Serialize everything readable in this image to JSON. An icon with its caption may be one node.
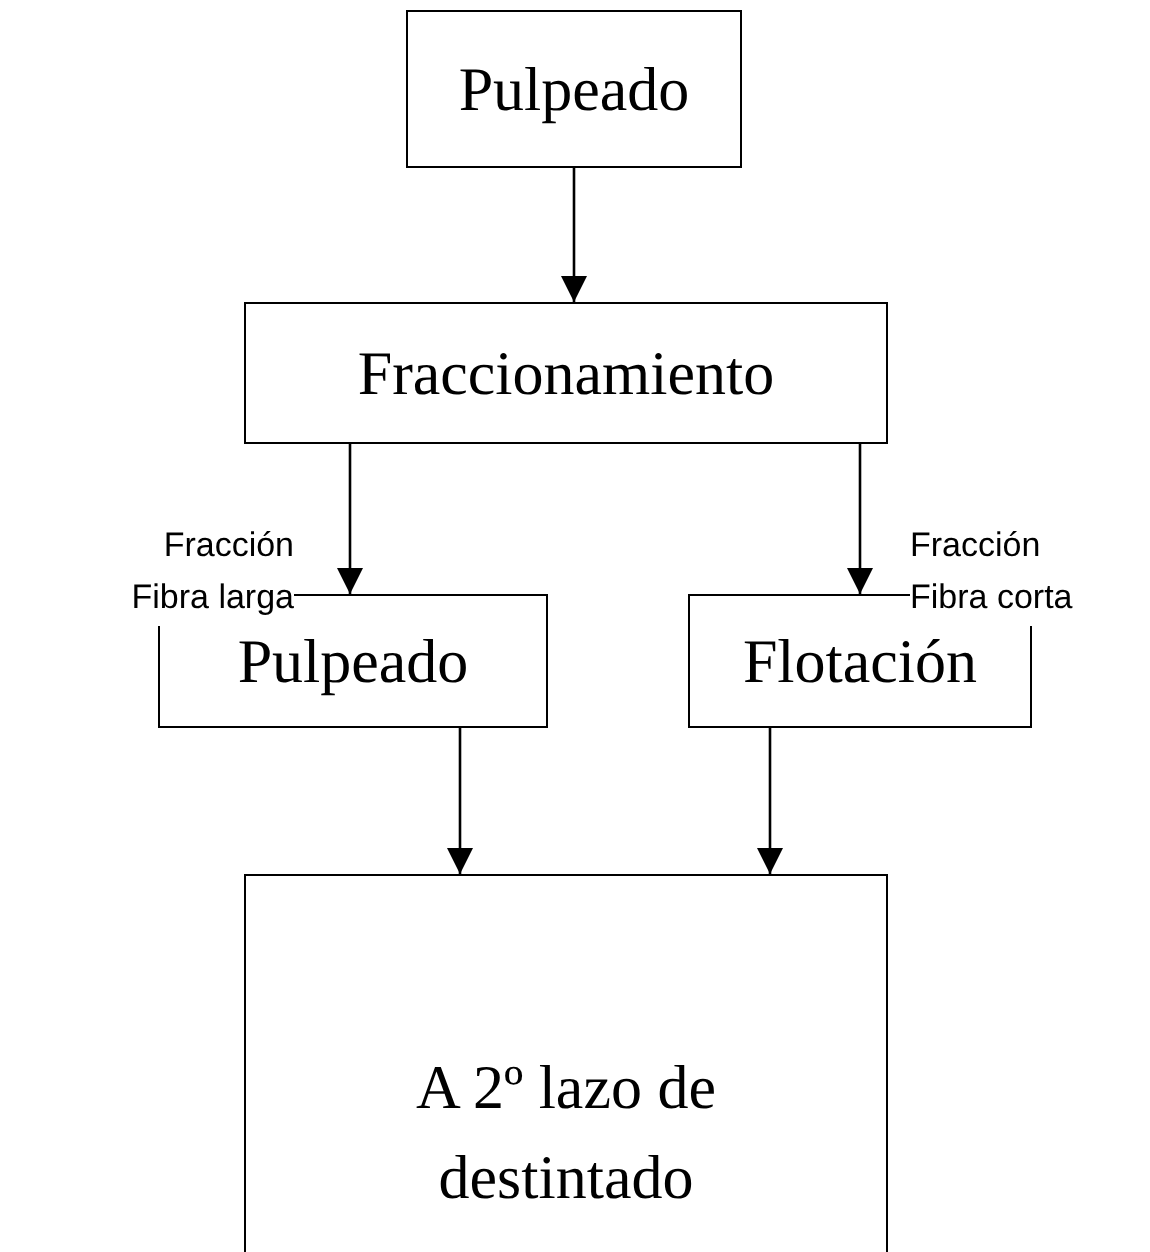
{
  "diagram": {
    "nodes": [
      {
        "text": [
          "Pulpeado"
        ]
      },
      {
        "text": [
          "Fraccionamiento"
        ]
      },
      {
        "text": [
          "Pulpeado"
        ]
      },
      {
        "text": [
          "Flotación"
        ]
      },
      {
        "text": [
          "A 2º lazo de destintado"
        ]
      }
    ],
    "edges": [
      {
        "from": 0,
        "to": 1,
        "arrow": "to"
      },
      {
        "from": 1,
        "to": 2,
        "arrow": "to",
        "label": "Fracción Fibra larga"
      },
      {
        "from": 1,
        "to": 3,
        "arrow": "to",
        "label": "Fracción Fibra corta"
      },
      {
        "from": 2,
        "to": 4,
        "arrow": "to"
      },
      {
        "from": 3,
        "to": 4,
        "arrow": "to"
      }
    ]
  }
}
